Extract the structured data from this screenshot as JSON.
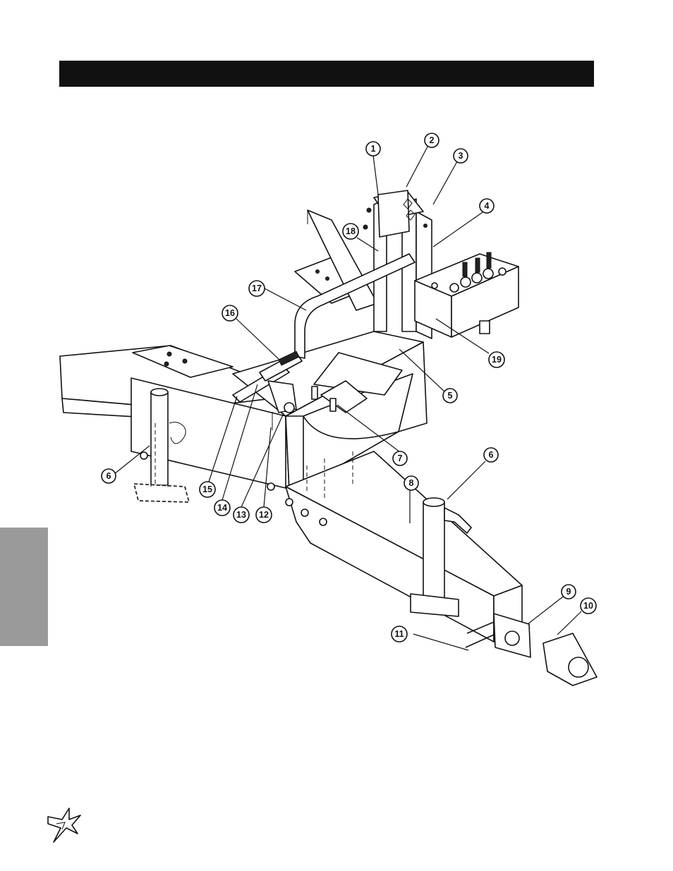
{
  "header": {
    "title": ""
  },
  "side_tab": {
    "label": ""
  },
  "diagram": {
    "callouts": [
      "1",
      "2",
      "3",
      "4",
      "5",
      "6",
      "6",
      "7",
      "8",
      "9",
      "10",
      "11",
      "12",
      "13",
      "14",
      "15",
      "16",
      "17",
      "18",
      "19"
    ]
  },
  "logo": {
    "icon": "star-burst-icon"
  }
}
